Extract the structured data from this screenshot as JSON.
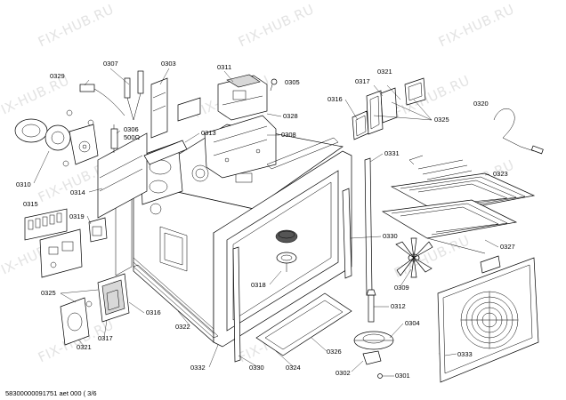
{
  "watermark": "FIX-HUB.RU",
  "labels": {
    "l0307": "0307",
    "l0303": "0303",
    "l0311": "0311",
    "l0305": "0305",
    "l0329": "0329",
    "l0321a": "0321",
    "l0317a": "0317",
    "l0316a": "0316",
    "l0325a": "0325",
    "l0320": "0320",
    "l0328": "0328",
    "l0308": "0308",
    "l0313": "0313",
    "l0306": "0306",
    "l500": "500Ω",
    "l0310": "0310",
    "l0314": "0314",
    "l0331": "0331",
    "l0323": "0323",
    "l0315": "0315",
    "l0319": "0319",
    "l0330a": "0330",
    "l0327": "0327",
    "l0318": "0318",
    "l0309": "0309",
    "l0325b": "0325",
    "l0316b": "0316",
    "l0312": "0312",
    "l0322": "0322",
    "l0304": "0304",
    "l0321b": "0321",
    "l0317b": "0317",
    "l0326": "0326",
    "l0333": "0333",
    "l0332": "0332",
    "l0330b": "0330",
    "l0324": "0324",
    "l0302": "0302",
    "l0301": "0301"
  },
  "footer": "58300000091751 aet 000 ( 3/6"
}
